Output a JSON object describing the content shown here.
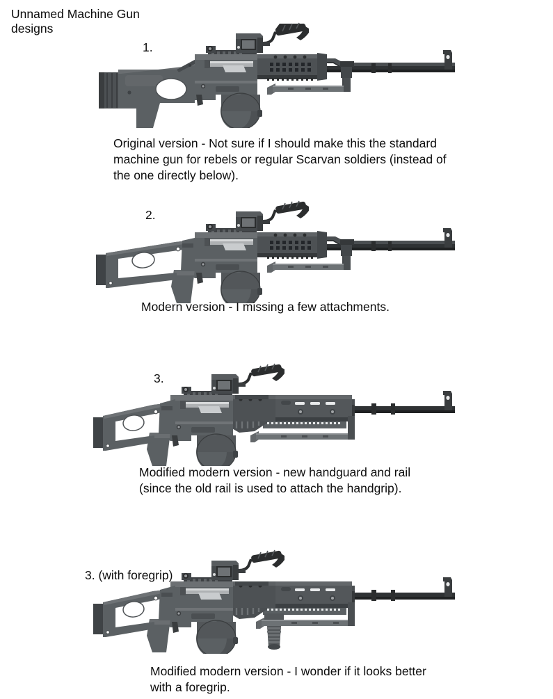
{
  "document": {
    "title": "Unnamed Machine Gun\ndesigns",
    "background_color": "#ffffff",
    "text_color": "#0d0d0d"
  },
  "palette": {
    "outline": "#2b2d2e",
    "dark": "#3a3d3f",
    "mid_dark": "#4d5154",
    "mid": "#5b6063",
    "mid_light": "#6d7275",
    "light": "#878b8e",
    "highlight": "#b9bcbe",
    "near_black": "#1f2122",
    "white_detail": "#e8eaeb"
  },
  "figures": [
    {
      "id": "figure-1",
      "label": "1.",
      "name": "original-version",
      "caption": "Original version - Not sure if I should make this the standard machine gun for rebels or regular Scarvan soldiers (instead of the one directly below).",
      "stock_type": "fixed-thumbhole-stock",
      "has_foregrip": false,
      "handguard": "vented-original",
      "attachments": [
        "carry-handle",
        "red-dot-optic",
        "iron-sight",
        "drum-magazine",
        "bipod",
        "barrel-rail",
        "front-sight-post"
      ]
    },
    {
      "id": "figure-2",
      "label": "2.",
      "name": "modern-version",
      "caption": "Modern version - I missing a few attachments.",
      "stock_type": "folding-skeleton-stock",
      "has_foregrip": false,
      "handguard": "vented-original",
      "attachments": [
        "carry-handle",
        "red-dot-optic",
        "iron-sight",
        "drum-magazine",
        "bipod",
        "barrel-rail",
        "front-sight-post"
      ]
    },
    {
      "id": "figure-3",
      "label": "3.",
      "name": "modified-modern-version",
      "caption": "Modified modern version - new handguard and rail (since the old rail is used to attach the handgrip).",
      "stock_type": "folding-skeleton-stock",
      "has_foregrip": false,
      "handguard": "new-handguard-with-rail",
      "attachments": [
        "carry-handle",
        "red-dot-optic",
        "iron-sight",
        "drum-magazine",
        "angled-handgrip",
        "lower-rail",
        "bipod",
        "front-sight-post"
      ]
    },
    {
      "id": "figure-4",
      "label": "3. (with foregrip)",
      "name": "modified-modern-version-with-foregrip",
      "caption": "Modified modern version - I wonder if it looks better with a foregrip.",
      "stock_type": "folding-skeleton-stock",
      "has_foregrip": true,
      "handguard": "new-handguard-with-rail",
      "attachments": [
        "carry-handle",
        "red-dot-optic",
        "iron-sight",
        "drum-magazine",
        "angled-handgrip",
        "vertical-foregrip",
        "lower-rail",
        "bipod",
        "front-sight-post"
      ]
    }
  ]
}
